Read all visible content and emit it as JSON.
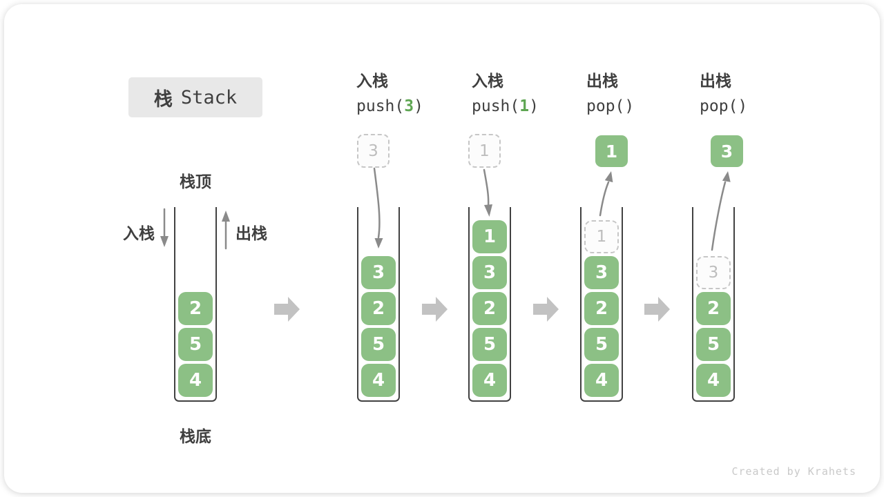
{
  "title": {
    "zh": "栈",
    "en": "Stack"
  },
  "first_stack": {
    "top_label": "栈顶",
    "bottom_label": "栈底",
    "push_label": "入栈",
    "pop_label": "出栈"
  },
  "operations": [
    {
      "zh": "入栈",
      "code_pre": "push(",
      "code_arg": "3",
      "code_post": ")"
    },
    {
      "zh": "入栈",
      "code_pre": "push(",
      "code_arg": "1",
      "code_post": ")"
    },
    {
      "zh": "出栈",
      "code_pre": "pop()",
      "code_arg": "",
      "code_post": ""
    },
    {
      "zh": "出栈",
      "code_pre": "pop()",
      "code_arg": "",
      "code_post": ""
    }
  ],
  "stacks": [
    {
      "items": [
        "2",
        "5",
        "4"
      ]
    },
    {
      "items": [
        "3",
        "2",
        "5",
        "4"
      ],
      "incoming": "3"
    },
    {
      "items": [
        "1",
        "3",
        "2",
        "5",
        "4"
      ],
      "incoming": "1"
    },
    {
      "items": [
        "3",
        "2",
        "5",
        "4"
      ],
      "ghost": "1",
      "popped": "1"
    },
    {
      "items": [
        "2",
        "5",
        "4"
      ],
      "ghost": "3",
      "popped": "3"
    }
  ],
  "watermark": "Created by Krahets",
  "colors": {
    "green_box": "#8CC085",
    "green_text": "#5FA653",
    "container_border": "#414141",
    "ghost_border": "#C6C6C6",
    "ghost_text": "#BDBDBD",
    "arrow_gray": "#8A8A8A",
    "block_arrow": "#C2C2C2",
    "text_dark": "#3F3F3F",
    "title_bg": "#E8E8E8",
    "watermark": "#C9C9C9"
  }
}
